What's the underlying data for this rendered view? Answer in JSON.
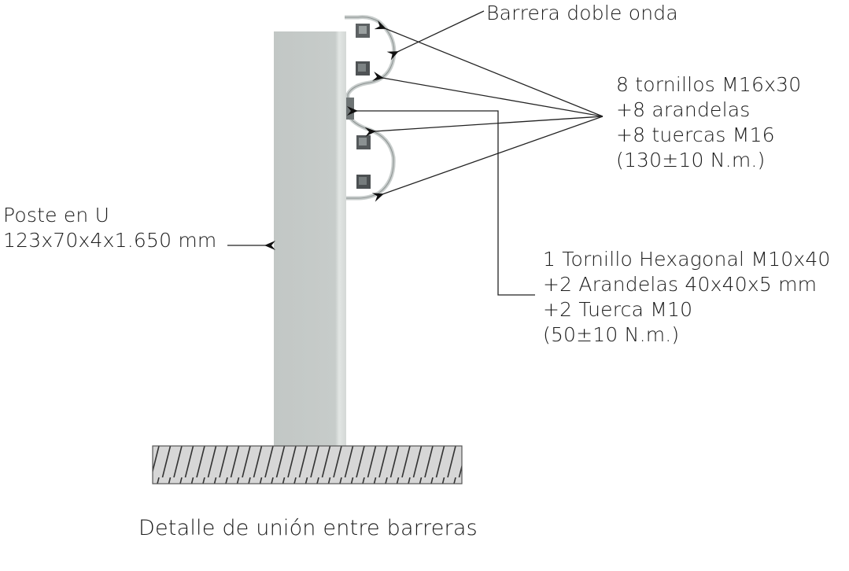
{
  "diagram": {
    "caption": "Detalle de unión entre barreras",
    "labels": {
      "barrier": "Barrera doble onda",
      "bolts_group": {
        "lines": [
          "8 tornillos M16x30",
          "+8 arandelas",
          "+8 tuercas M16",
          "(130±10 N.m.)"
        ]
      },
      "hex_bolt_group": {
        "lines": [
          "1 Tornillo Hexagonal M10x40",
          "+2 Arandelas 40x40x5 mm",
          "+2 Tuerca M10",
          "(50±10 N.m.)"
        ]
      },
      "post": {
        "lines": [
          "Poste en U",
          "123x70x4x1.650 mm"
        ]
      }
    },
    "colors": {
      "post": "#c4c9c7",
      "post_edge": "#dde2e0",
      "ground_fill": "#d6d6d6",
      "hatch": "#333333",
      "leader": "#222222",
      "bolt": "#5a5e60",
      "barrier": "#cfd3d2"
    }
  }
}
